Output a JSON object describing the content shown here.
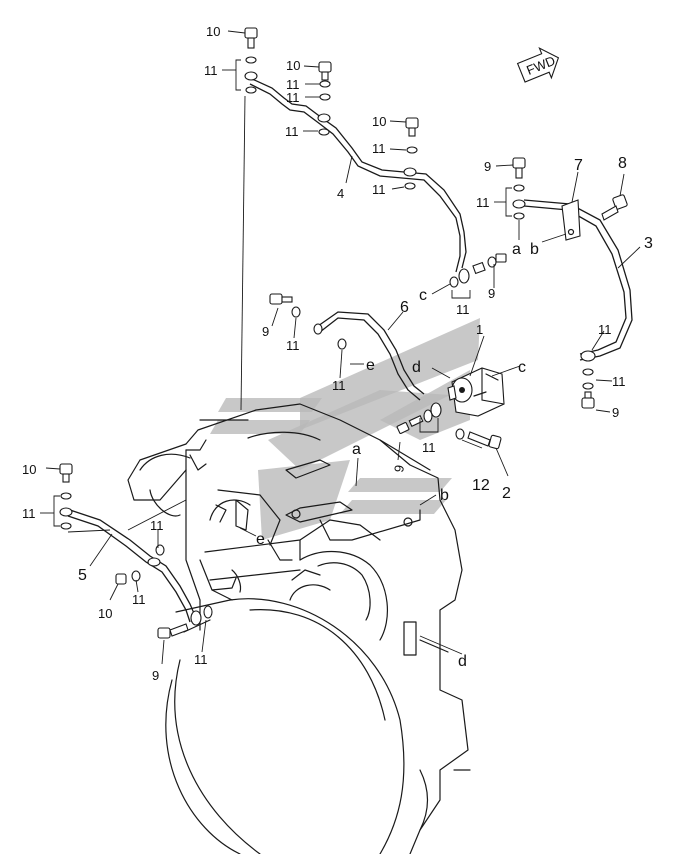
{
  "fwd_marker": "FWD",
  "callouts": {
    "n1": "1",
    "n2": "2",
    "n3": "3",
    "n4": "4",
    "n5": "5",
    "n6": "6",
    "n7": "7",
    "n8": "8",
    "n9": "9",
    "n10": "10",
    "n11": "11",
    "n12": "12"
  },
  "letters": {
    "a": "a",
    "b": "b",
    "c": "c",
    "d": "d",
    "e": "e"
  },
  "watermark_color": "#b8b8b8"
}
